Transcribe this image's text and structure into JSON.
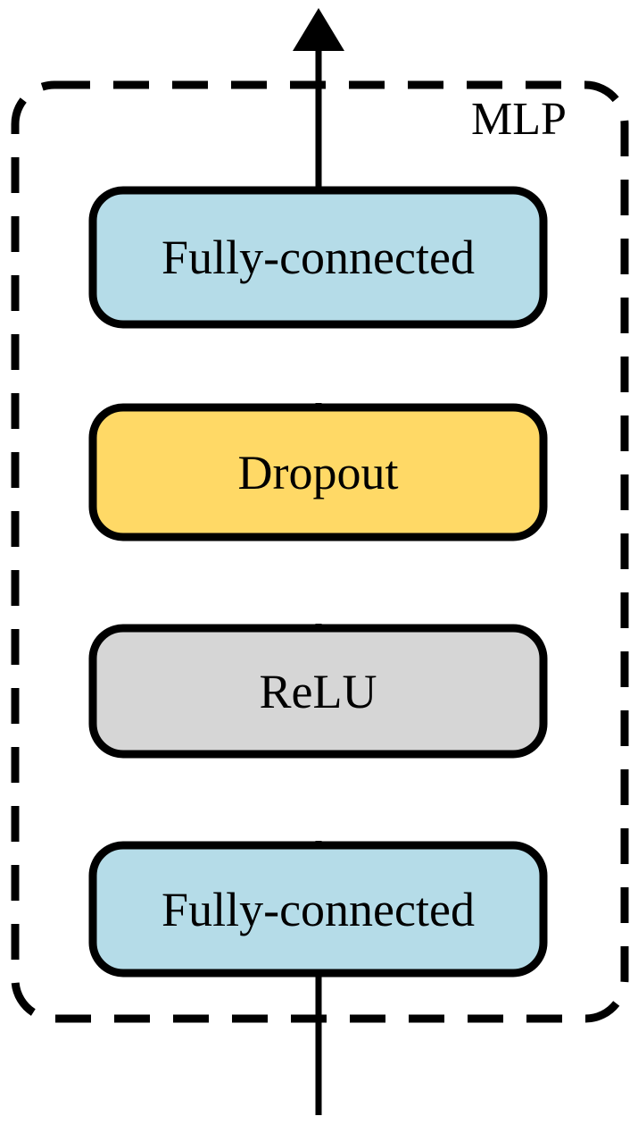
{
  "diagram": {
    "title": "MLP",
    "group": {
      "label": "MLP",
      "border_style": "dashed",
      "border_color": "#000000"
    },
    "flow_direction": "bottom-to-top",
    "arrow": {
      "name": "output-arrow",
      "direction": "up",
      "color": "#000000"
    },
    "blocks": [
      {
        "id": "fully-connected-top",
        "label": "Fully-connected",
        "fill": "#b5dce8",
        "stroke": "#000000",
        "order": 4
      },
      {
        "id": "dropout",
        "label": "Dropout",
        "fill": "#ffd966",
        "stroke": "#000000",
        "order": 3
      },
      {
        "id": "relu",
        "label": "ReLU",
        "fill": "#d6d6d6",
        "stroke": "#000000",
        "order": 2
      },
      {
        "id": "fully-connected-bottom",
        "label": "Fully-connected",
        "fill": "#b5dce8",
        "stroke": "#000000",
        "order": 1
      }
    ],
    "connectors": [
      {
        "id": "input-to-fc-bottom",
        "from": "input",
        "to": "fully-connected-bottom"
      },
      {
        "id": "fc-bottom-to-relu",
        "from": "fully-connected-bottom",
        "to": "relu"
      },
      {
        "id": "relu-to-dropout",
        "from": "relu",
        "to": "dropout"
      },
      {
        "id": "dropout-to-fc-top",
        "from": "dropout",
        "to": "fully-connected-top"
      },
      {
        "id": "fc-top-to-output",
        "from": "fully-connected-top",
        "to": "output"
      }
    ]
  }
}
